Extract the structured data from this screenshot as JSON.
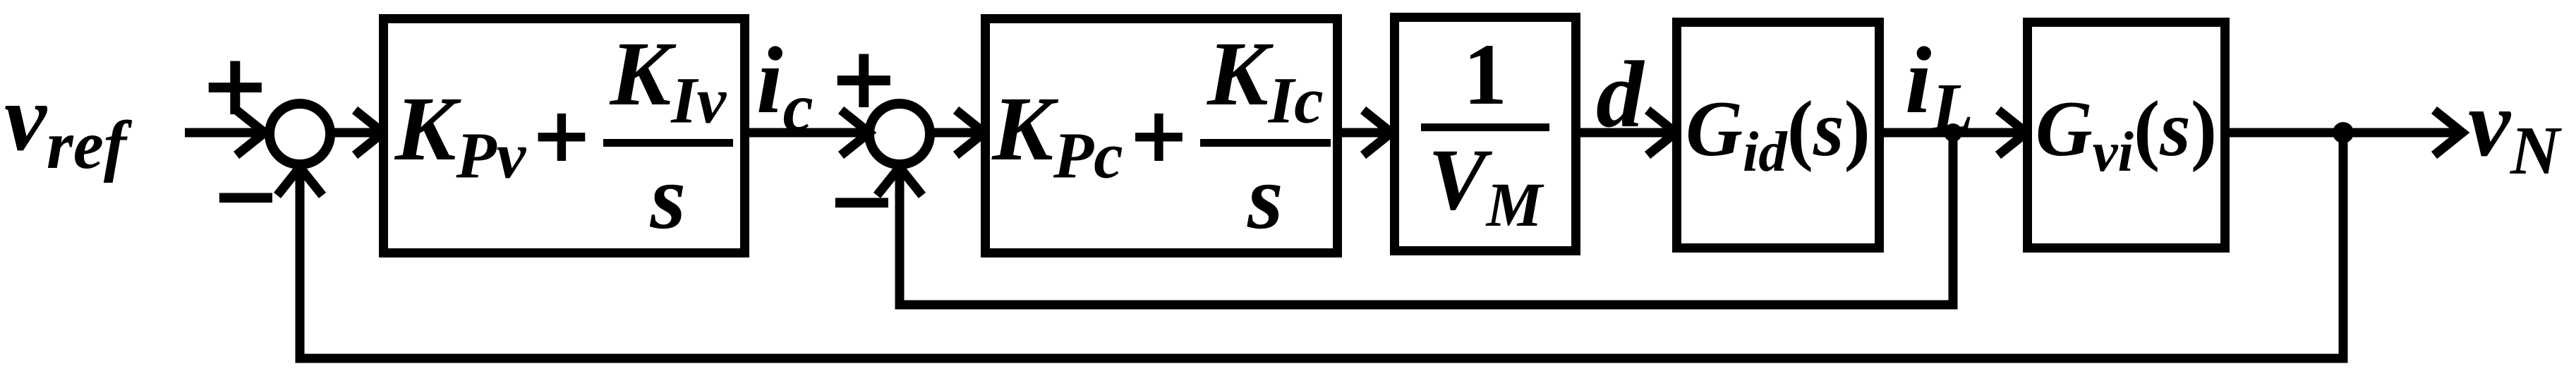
{
  "colors": {
    "ink": "#000000",
    "paper": "#ffffff"
  },
  "signals": {
    "vref": {
      "base": "v",
      "sub": "ref"
    },
    "ic": {
      "base": "i",
      "sub": "c"
    },
    "d": {
      "base": "d",
      "sub": ""
    },
    "il": {
      "base": "i",
      "sub": "L"
    },
    "vn": {
      "base": "v",
      "sub": "N"
    }
  },
  "summing_junctions": {
    "sum1": {
      "plus": "+",
      "minus": "−"
    },
    "sum2": {
      "plus": "+",
      "minus": "−"
    }
  },
  "blocks": {
    "voltage_pi": {
      "gain_base": "K",
      "gain_sub": "Pv",
      "op": "+",
      "num_base": "K",
      "num_sub": "Iv",
      "den": "s"
    },
    "current_pi": {
      "gain_base": "K",
      "gain_sub": "Pc",
      "op": "+",
      "num_base": "K",
      "num_sub": "Ic",
      "den": "s"
    },
    "modulator": {
      "num": "1",
      "den_base": "V",
      "den_sub": "M"
    },
    "gid": {
      "base": "G",
      "sub": "id",
      "open": "(",
      "arg": "s",
      "close": ")"
    },
    "gvi": {
      "base": "G",
      "sub": "vi",
      "open": "(",
      "arg": "s",
      "close": ")"
    }
  }
}
